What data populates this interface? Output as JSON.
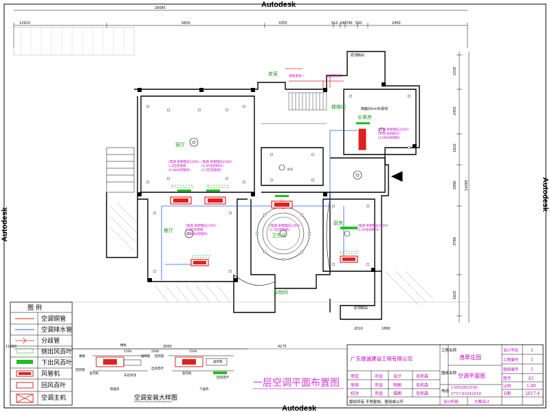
{
  "watermark": "Autodesk",
  "top_dims_row1": [
    "29085"
  ],
  "top_dims_row2": [
    "12910",
    "5820",
    "3355",
    "510",
    "240",
    "740",
    "530",
    "2450"
  ],
  "right_dims": [
    "2335",
    "2455",
    "1810",
    "2990",
    "14395",
    "3790",
    "1825"
  ],
  "bottom_dims": [
    "11160",
    "2000",
    "4175",
    "2010",
    "1890"
  ],
  "rooms": {
    "r1": "客厅",
    "r2": "餐厅",
    "r3": "卫生间",
    "r4": "卧室",
    "r5": "茶室",
    "r6": "杂物间",
    "r7": "厨房",
    "r8": "楼梯间",
    "r9": "原顶刷白",
    "r10": "长辈房",
    "r11": "原顶刷白",
    "r12": "西面10cm石膏线"
  },
  "vrv_labels": [
    "连接系统一",
    "连接系统二"
  ],
  "spec_lines": [
    "(电源:单相电压220V)",
    "(1.5P主机制冷)",
    "1.2匹风管机",
    "(1.5匹风管机)",
    "(3.0KW风管机)"
  ],
  "legend": {
    "title": "图  例",
    "items": [
      "空调铜管",
      "空调排水管",
      "分歧管",
      "侧出风百叶",
      "下出风百叶",
      "风管机",
      "回风百叶",
      "空调主机"
    ]
  },
  "detail": {
    "title": "空调安装大样图",
    "labels": [
      "楼板",
      "室内机",
      "送风管",
      "回风管",
      "天花吊顶",
      "侧送风",
      "下送风",
      "出风百叶",
      "回风百叶"
    ],
    "dims": [
      "1500",
      "2000",
      "1500"
    ]
  },
  "plan_title": "一层空调平面布置图",
  "title_block": {
    "company": "广东振诚建设工程有限公司",
    "project_label": "工程名称",
    "project": "逸翠庄园",
    "drawing_label": "图纸名称",
    "drawing": "空调平面图",
    "rows": [
      [
        "审定",
        "邓金",
        "设计",
        "毛检森"
      ],
      [
        "审核",
        "邓金",
        "制图",
        "毛检森"
      ],
      [
        "校对",
        "邓金",
        "描图",
        "毛检森"
      ]
    ],
    "phone_label": "电话",
    "phones": [
      "13902802556",
      "0757-82042018"
    ],
    "right_rows": [
      [
        "设计号码",
        "1"
      ],
      [
        "工程编号",
        "1"
      ],
      [
        "图纸编号",
        "1"
      ],
      [
        "图号",
        "A3"
      ],
      [
        "比例",
        "1:80"
      ],
      [
        "日期",
        "2017-4"
      ]
    ],
    "design_stage": "设计阶段",
    "stage": "方案设计",
    "note": "版权所有 不得复制、使用或公开"
  }
}
